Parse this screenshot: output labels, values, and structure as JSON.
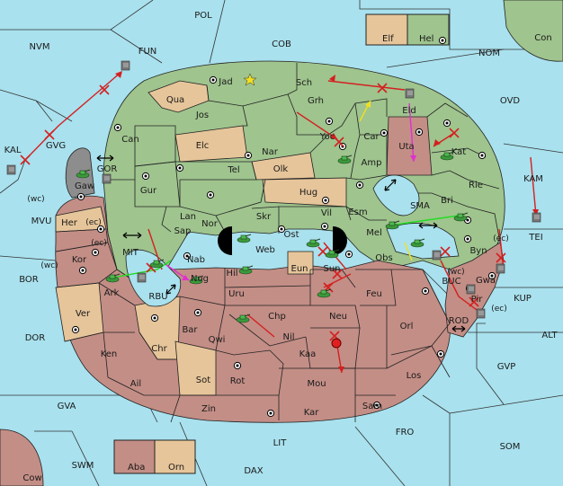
{
  "colors": {
    "sea": "#a9e1ee",
    "green": "#9fc48e",
    "tan": "#e6c59a",
    "red": "#c38e86",
    "gray": "#8d8d8d",
    "order_red": "#d42020",
    "support_yellow": "#f2e020",
    "support_green": "#22dd22",
    "convoy_magenta": "#e030d0"
  },
  "legend": {
    "elf": "Elf",
    "hel": "Hel",
    "aba": "Aba",
    "orn": "Orn"
  },
  "sea_labels": {
    "POL": "POL",
    "NVM": "NVM",
    "FUN": "FUN",
    "COB": "COB",
    "NOM": "NOM",
    "Con": "Con",
    "OVD": "OVD",
    "KAL": "KAL",
    "GVG": "GVG",
    "GOR": "GOR",
    "MVU": "MVU",
    "KAM": "KAM",
    "TEI": "TEI",
    "SMA": "SMA",
    "MIT": "MIT",
    "BOR": "BOR",
    "RBU": "RBU",
    "BUC": "BUC",
    "KUP": "KUP",
    "DOR": "DOR",
    "ROD": "ROD",
    "ALT": "ALT",
    "GVP": "GVP",
    "GVA": "GVA",
    "FRO": "FRO",
    "SOM": "SOM",
    "LIT": "LIT",
    "SWM": "SWM",
    "DAX": "DAX",
    "Cow": "Cow"
  },
  "land_labels": {
    "Jad": "Jad",
    "Sch": "Sch",
    "Qua": "Qua",
    "Jos": "Jos",
    "Grh": "Grh",
    "Eld": "Eld",
    "Can": "Can",
    "Elc": "Elc",
    "Yoc": "Yoc",
    "Car": "Car",
    "Nar": "Nar",
    "Uta": "Uta",
    "Kat": "Kat",
    "Amp": "Amp",
    "Tel": "Tel",
    "Olk": "Olk",
    "Gaw": "Gaw",
    "Gur": "Gur",
    "Lan": "Lan",
    "Hug": "Hug",
    "Rie": "Rie",
    "Bri": "Bri",
    "Her": "Her",
    "Nor": "Nor",
    "Vil": "Vil",
    "Esm": "Esm",
    "Skr": "Skr",
    "Sap": "Sap",
    "Ost": "Ost",
    "Mel": "Mel",
    "Web": "Web",
    "Byn": "Byn",
    "Kor": "Kor",
    "Nab": "Nab",
    "Obs": "Obs",
    "Sun": "Sun",
    "Eun": "Eun",
    "Hil": "Hil",
    "Gwa": "Gwa",
    "Ark": "Ark",
    "Nog": "Nog",
    "Uru": "Uru",
    "Feu": "Feu",
    "Pir": "Pir",
    "Ver": "Ver",
    "Chp": "Chp",
    "Neu": "Neu",
    "Bar": "Bar",
    "Orl": "Orl",
    "Qwi": "Qwi",
    "Nil": "Nil",
    "Ken": "Ken",
    "Chr": "Chr",
    "Kaa": "Kaa",
    "Los": "Los",
    "Ail": "Ail",
    "Rot": "Rot",
    "Sot": "Sot",
    "Mou": "Mou",
    "Sam": "Sam",
    "Zin": "Zin",
    "Kar": "Kar"
  },
  "coast_labels": {
    "her_wc": "(wc)",
    "her_ec": "(ec)",
    "kor_ec": "(ec)",
    "kor_wc": "(wc)",
    "byn_ec": "(ec)",
    "gwa_wc": "(wc)",
    "gwa_ec": "(ec)"
  }
}
